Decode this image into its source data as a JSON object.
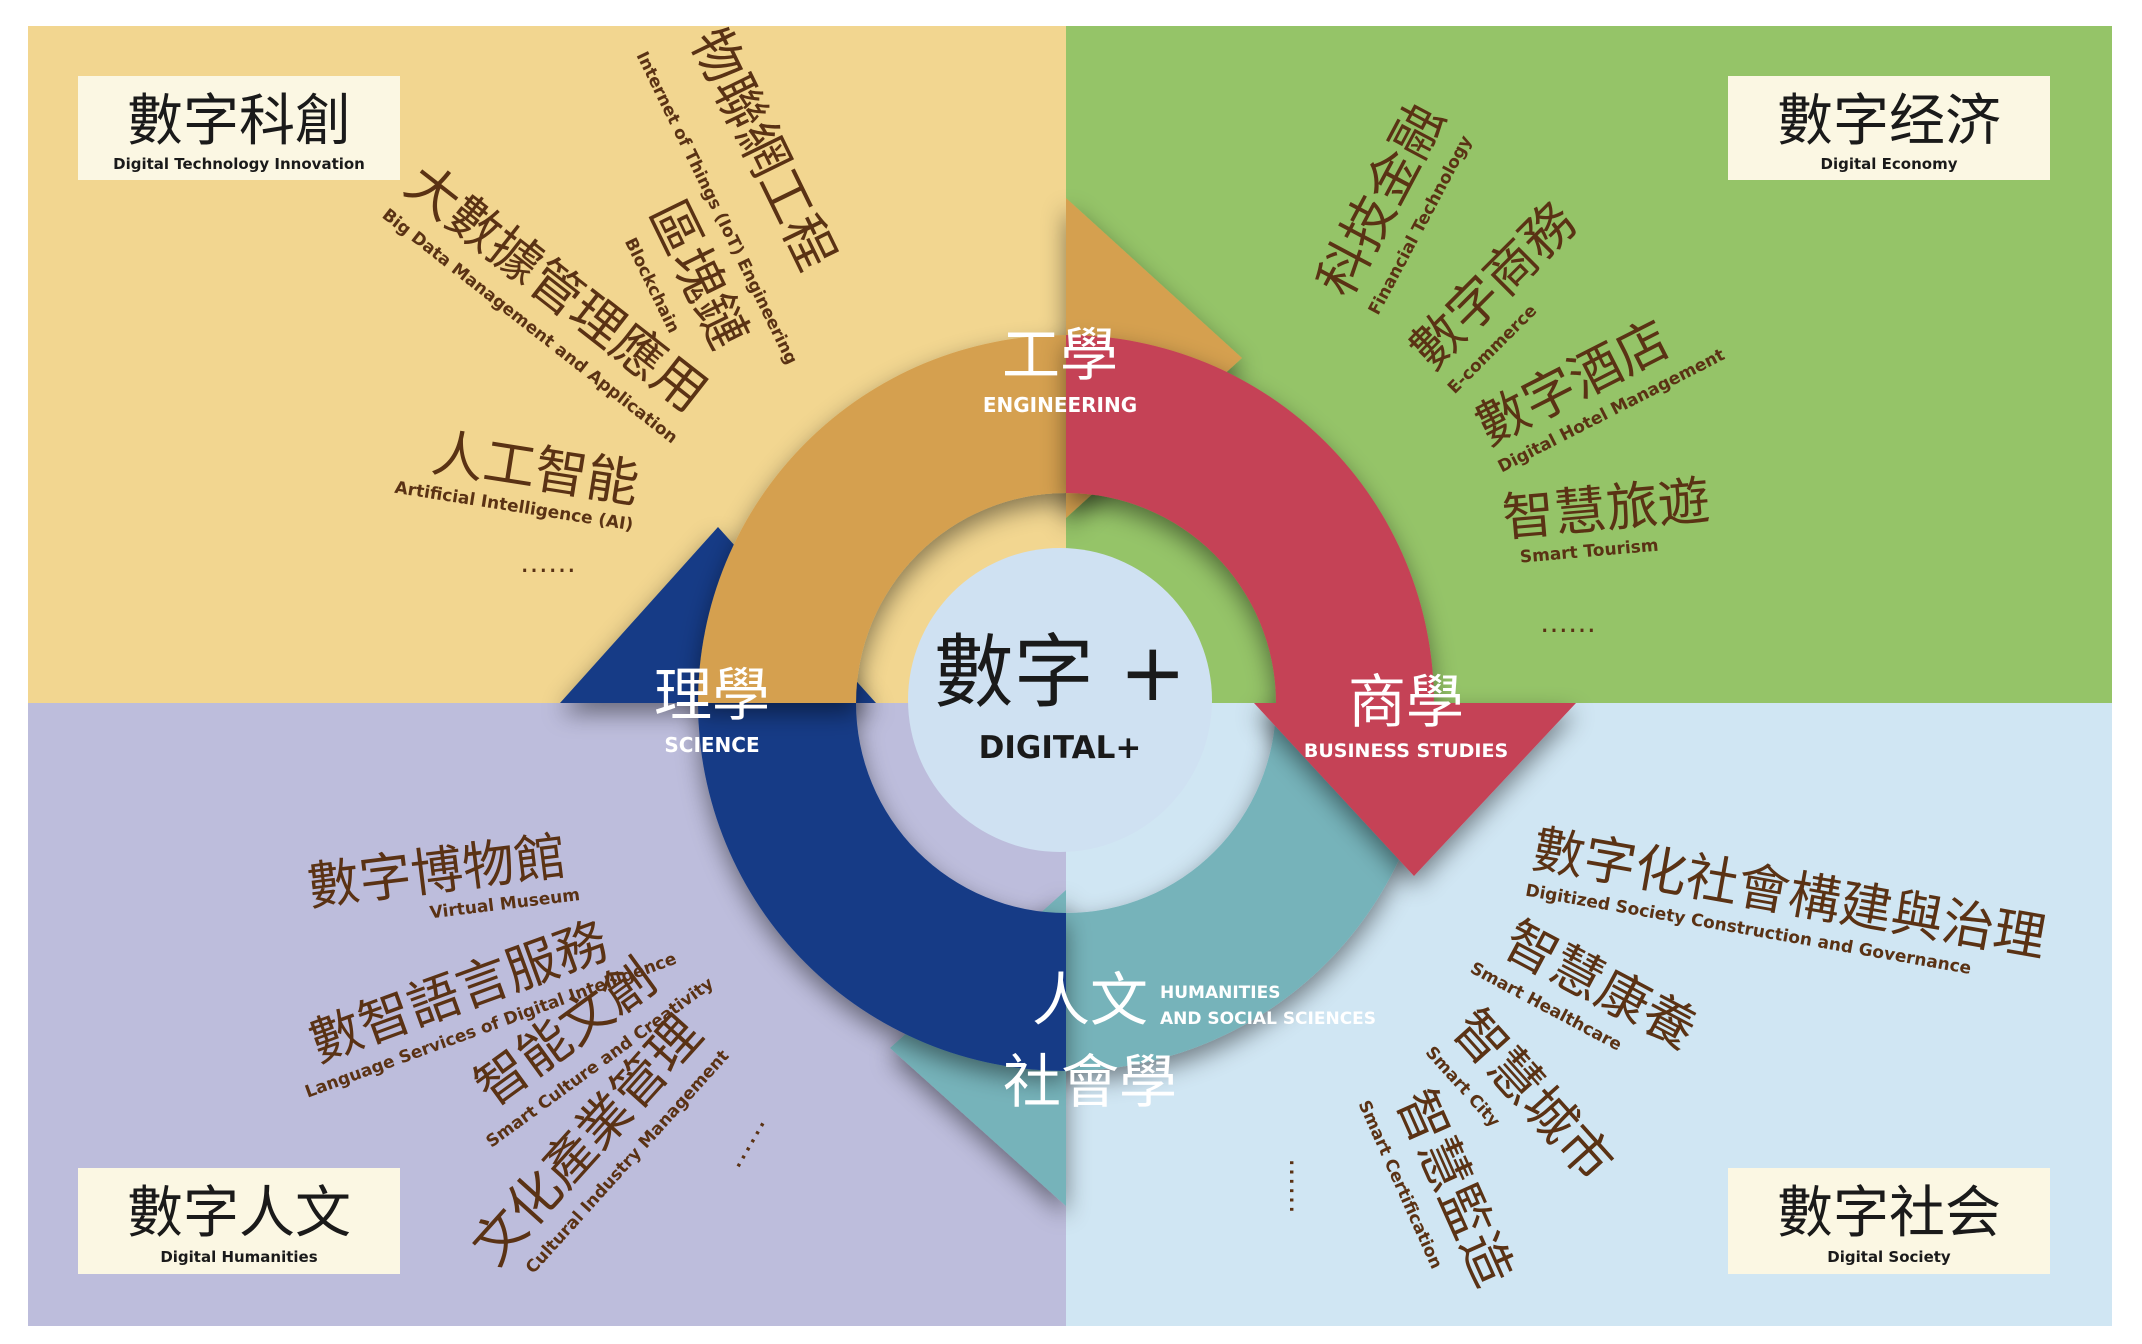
{
  "center": {
    "zh": "數字 +",
    "en": "DIGITAL+"
  },
  "arcs": {
    "engineering": {
      "zh": "工學",
      "en": "ENGINEERING"
    },
    "business": {
      "zh": "商學",
      "en": "BUSINESS STUDIES"
    },
    "humanities": {
      "zh1": "人文",
      "zh2": "社會學",
      "en1": "HUMANITIES",
      "en2": "AND SOCIAL SCIENCES"
    },
    "science": {
      "zh": "理學",
      "en": "SCIENCE"
    }
  },
  "quadrants": {
    "tech": {
      "title": "數字科創",
      "subtitle": "Digital Technology Innovation",
      "items": [
        {
          "zh": "物聯網工程",
          "en": "Internet of Things (IoT) Engineering"
        },
        {
          "zh": "區塊鏈",
          "en": "Blockchain"
        },
        {
          "zh": "大數據管理應用",
          "en": "Big Data Management and Application"
        },
        {
          "zh": "人工智能",
          "en": "Artificial Intelligence (AI)"
        }
      ],
      "more": "……"
    },
    "economy": {
      "title": "數字经济",
      "subtitle": "Digital Economy",
      "items": [
        {
          "zh": "科技金融",
          "en": "Financial Technology"
        },
        {
          "zh": "數字商務",
          "en": "E-commerce"
        },
        {
          "zh": "數字酒店",
          "en": "Digital Hotel Management"
        },
        {
          "zh": "智慧旅遊",
          "en": "Smart Tourism"
        }
      ],
      "more": "……"
    },
    "humanities": {
      "title": "數字人文",
      "subtitle": "Digital Humanities",
      "items": [
        {
          "zh": "數字博物館",
          "en": "Virtual Museum"
        },
        {
          "zh": "數智語言服務",
          "en": "Language Services of Digital Intelligence"
        },
        {
          "zh": "智能文創",
          "en": "Smart Culture and Creativity"
        },
        {
          "zh": "文化產業管理",
          "en": "Cultural Industry Management"
        }
      ],
      "more": "……"
    },
    "society": {
      "title": "數字社会",
      "subtitle": "Digital Society",
      "items": [
        {
          "zh": "數字化社會構建與治理",
          "en": "Digitized Society Construction and Governance"
        },
        {
          "zh": "智慧康養",
          "en": "Smart Healthcare"
        },
        {
          "zh": "智慧城市",
          "en": "Smart City"
        },
        {
          "zh": "智慧監造",
          "en": "Smart Certification"
        }
      ],
      "more": "……"
    }
  },
  "colors": {
    "tech_bg": "#f2d690",
    "economy_bg": "#95c468",
    "humanities_bg": "#bdbddc",
    "society_bg": "#d0e6f3",
    "engineering": "#d5a050",
    "business": "#c54257",
    "humanities_arc": "#76b3ba",
    "science": "#143b86",
    "center": "#cfe1f2",
    "label_box": "#fbf7e3",
    "text_brown": "#5a3214"
  }
}
